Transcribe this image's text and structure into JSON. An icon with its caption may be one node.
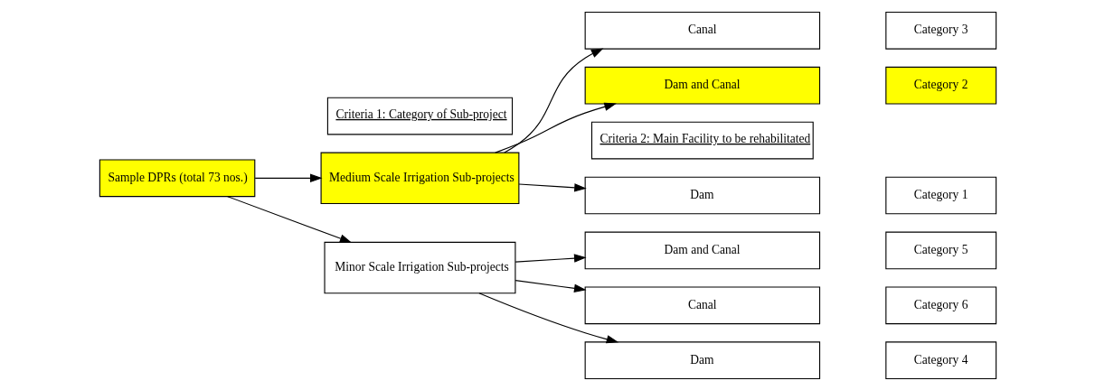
{
  "diagram": {
    "nodes": [
      {
        "text": [
          "Criteria 1: Category of Sub-project"
        ]
      },
      {
        "text": [
          "Criteria 2: Main Facility to be rehabilitated"
        ]
      },
      {
        "text": [
          "Sample DPRs (total 73 nos.)"
        ]
      },
      {
        "text": [
          "Medium Scale Irrigation Sub-projects"
        ]
      },
      {
        "text": [
          "Minor Scale Irrigation Sub-projects"
        ]
      },
      {
        "text": [
          "Dam"
        ]
      },
      {
        "text": [
          "Dam and Canal"
        ]
      },
      {
        "text": [
          "Canal"
        ]
      },
      {
        "text": [
          "Dam"
        ]
      },
      {
        "text": [
          "Dam and Canal"
        ]
      },
      {
        "text": [
          "Canal"
        ]
      },
      {
        "text": [
          "Category 1"
        ]
      },
      {
        "text": [
          "Category 2"
        ]
      },
      {
        "text": [
          "Category 3"
        ]
      },
      {
        "text": [
          "Category 4"
        ]
      },
      {
        "text": [
          "Category 5"
        ]
      },
      {
        "text": [
          "Category 6"
        ]
      }
    ],
    "edges": [
      {
        "from": 2,
        "to": 3,
        "arrow": "to"
      },
      {
        "from": 2,
        "to": 4,
        "arrow": "to"
      },
      {
        "from": 3,
        "to": 5,
        "arrow": "to"
      },
      {
        "from": 3,
        "to": 6,
        "arrow": "to"
      },
      {
        "from": 3,
        "to": 7,
        "arrow": "to"
      },
      {
        "from": 4,
        "to": 8,
        "arrow": "to"
      },
      {
        "from": 4,
        "to": 9,
        "arrow": "to"
      },
      {
        "from": 4,
        "to": 10,
        "arrow": "to"
      }
    ]
  }
}
